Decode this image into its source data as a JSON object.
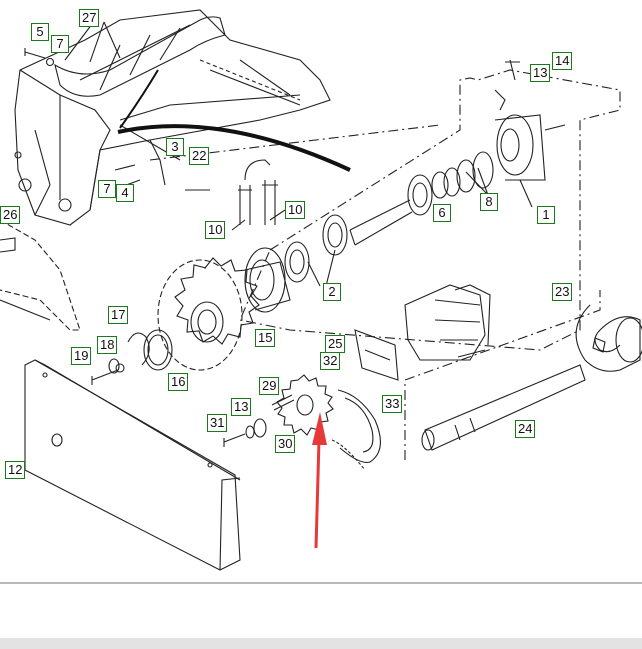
{
  "diagram": {
    "colors": {
      "line": "#222222",
      "label_border": "#1a7a1a",
      "arrow": "#e8393a"
    },
    "labels": [
      {
        "id": "l27a",
        "text": "27"
      },
      {
        "id": "l5",
        "text": "5"
      },
      {
        "id": "l7a",
        "text": "7"
      },
      {
        "id": "l3",
        "text": "3"
      },
      {
        "id": "l22",
        "text": "22"
      },
      {
        "id": "l7b",
        "text": "7"
      },
      {
        "id": "l4",
        "text": "4"
      },
      {
        "id": "l26",
        "text": "26"
      },
      {
        "id": "l10a",
        "text": "10"
      },
      {
        "id": "l10b",
        "text": "10"
      },
      {
        "id": "l13a",
        "text": "13"
      },
      {
        "id": "l14",
        "text": "14"
      },
      {
        "id": "l6",
        "text": "6"
      },
      {
        "id": "l8",
        "text": "8"
      },
      {
        "id": "l1",
        "text": "1"
      },
      {
        "id": "l2",
        "text": "2"
      },
      {
        "id": "l23",
        "text": "23"
      },
      {
        "id": "l17",
        "text": "17"
      },
      {
        "id": "l15",
        "text": "15"
      },
      {
        "id": "l25",
        "text": "25"
      },
      {
        "id": "l19",
        "text": "19"
      },
      {
        "id": "l18",
        "text": "18"
      },
      {
        "id": "l16",
        "text": "16"
      },
      {
        "id": "l32",
        "text": "32"
      },
      {
        "id": "l29",
        "text": "29"
      },
      {
        "id": "l33",
        "text": "33"
      },
      {
        "id": "l13b",
        "text": "13"
      },
      {
        "id": "l31",
        "text": "31"
      },
      {
        "id": "l30",
        "text": "30"
      },
      {
        "id": "l24",
        "text": "24"
      },
      {
        "id": "l12",
        "text": "12"
      }
    ]
  }
}
